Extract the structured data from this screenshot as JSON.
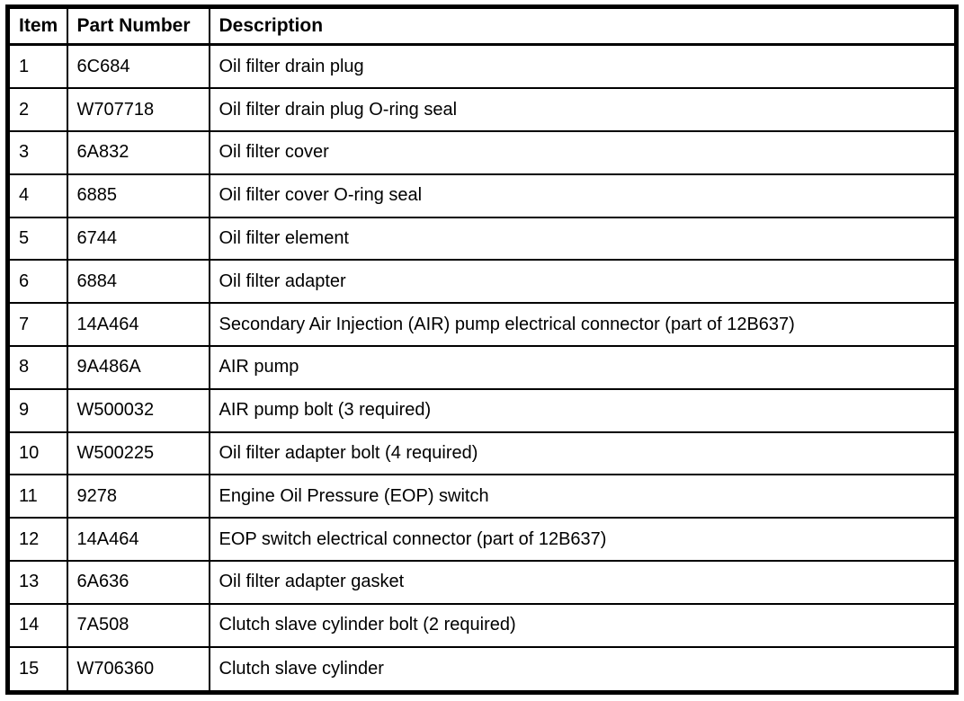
{
  "table": {
    "headers": {
      "item": "Item",
      "part_number": "Part Number",
      "description": "Description"
    },
    "rows": [
      {
        "item": "1",
        "part": "6C684",
        "desc": "Oil filter drain plug"
      },
      {
        "item": "2",
        "part": "W707718",
        "desc": "Oil filter drain plug O-ring seal"
      },
      {
        "item": "3",
        "part": "6A832",
        "desc": "Oil filter cover"
      },
      {
        "item": "4",
        "part": "6885",
        "desc": "Oil filter cover O-ring seal"
      },
      {
        "item": "5",
        "part": "6744",
        "desc": "Oil filter element"
      },
      {
        "item": "6",
        "part": "6884",
        "desc": "Oil filter adapter"
      },
      {
        "item": "7",
        "part": "14A464",
        "desc": "Secondary Air Injection (AIR) pump electrical connector (part of 12B637)"
      },
      {
        "item": "8",
        "part": "9A486A",
        "desc": "AIR pump"
      },
      {
        "item": "9",
        "part": "W500032",
        "desc": "AIR pump bolt (3 required)"
      },
      {
        "item": "10",
        "part": "W500225",
        "desc": "Oil filter adapter bolt (4 required)"
      },
      {
        "item": "11",
        "part": "9278",
        "desc": "Engine Oil Pressure (EOP) switch"
      },
      {
        "item": "12",
        "part": "14A464",
        "desc": "EOP switch electrical connector (part of 12B637)"
      },
      {
        "item": "13",
        "part": "6A636",
        "desc": "Oil filter adapter gasket"
      },
      {
        "item": "14",
        "part": "7A508",
        "desc": "Clutch slave cylinder bolt (2 required)"
      },
      {
        "item": "15",
        "part": "W706360",
        "desc": "Clutch slave cylinder"
      }
    ],
    "colors": {
      "border": "#000000",
      "text": "#000000",
      "background": "#ffffff"
    }
  }
}
